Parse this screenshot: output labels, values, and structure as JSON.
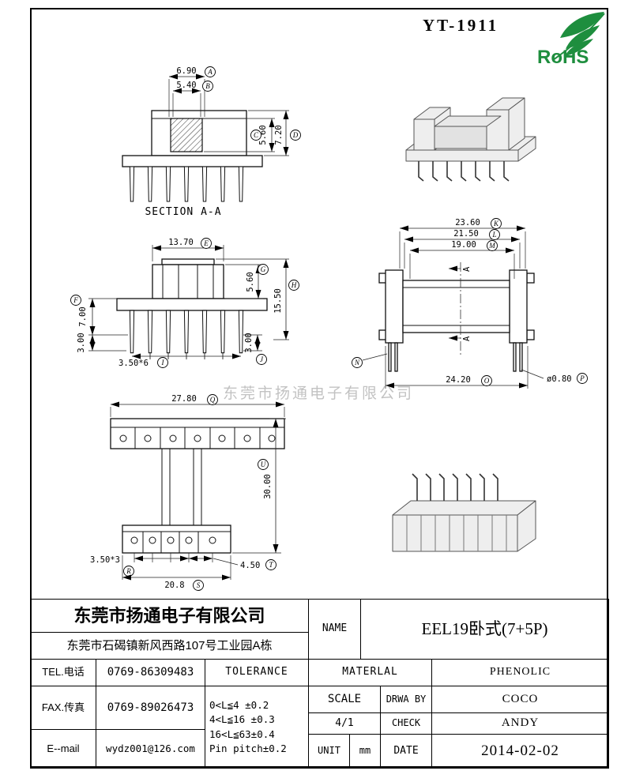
{
  "header": {
    "drawing_no": "YT-1911",
    "rohs_label": "RoHS"
  },
  "watermark": "东莞市扬通电子有限公司",
  "views": {
    "section": {
      "title": "SECTION A-A",
      "dim_top_outer": "6.90",
      "dim_top_inner": "5.40",
      "dim_right_inner": "5.60",
      "dim_right_outer": "7.20",
      "lbl_top_outer": "A",
      "lbl_top_inner": "B",
      "lbl_right_inner": "C",
      "lbl_right_outer": "D"
    },
    "front": {
      "dim_width": "13.70",
      "dim_left_upper": "7.00",
      "dim_left_lower": "3.00",
      "dim_right_inner": "5.60",
      "dim_right_outer": "15.50",
      "dim_pitch": "3.50*6",
      "dim_pin_len": "3.00",
      "lbl_width": "E",
      "lbl_left_upper": "F",
      "lbl_right_inner": "G",
      "lbl_right_outer": "H",
      "lbl_pitch": "I",
      "lbl_pin_len": "J"
    },
    "top": {
      "dim_w1": "23.60",
      "dim_w2": "21.50",
      "dim_w3": "19.00",
      "dim_w4": "24.20",
      "dim_pin_dia": "ø0.80",
      "lbl_w1": "K",
      "lbl_w2": "L",
      "lbl_w3": "M",
      "lbl_pin": "N",
      "lbl_w4": "O",
      "lbl_pin_dia": "P",
      "section_arrow": "A"
    },
    "bottom": {
      "dim_width_top": "27.80",
      "dim_height": "30.00",
      "dim_pitch3": "3.50*3",
      "dim_width_low": "20.8",
      "dim_end": "4.50",
      "lbl_width_top": "Q",
      "lbl_pitch3": "R",
      "lbl_width_low": "S",
      "lbl_end": "T",
      "lbl_height": "U"
    }
  },
  "title_block": {
    "company": "东莞市扬通电子有限公司",
    "address": "东莞市石碣镇新风西路107号工业园A栋",
    "tel_label": "TEL.电话",
    "tel_value": "0769-86309483",
    "fax_label": "FAX.传真",
    "fax_value": "0769-89026473",
    "email_label": "E--mail",
    "email_value": "wydz001@126.com",
    "tolerance_title": "TOLERANCE",
    "tolerance_rows": [
      "0<L≦4  ±0.2",
      "4<L≦16 ±0.3",
      "16<L≦63±0.4",
      "Pin pitch±0.2"
    ],
    "name_label": "NAME",
    "name_value": "EEL19卧式(7+5P)",
    "material_label": "MATERLAL",
    "material_value": "PHENOLIC",
    "scale_label": "SCALE",
    "scale_value": "4/1",
    "drawn_label": "DRWA BY",
    "drawn_value": "COCO",
    "check_label": "CHECK",
    "check_value": "ANDY",
    "unit_label": "UNIT",
    "unit_value": "mm",
    "date_label": "DATE",
    "date_value": "2014-02-02"
  }
}
